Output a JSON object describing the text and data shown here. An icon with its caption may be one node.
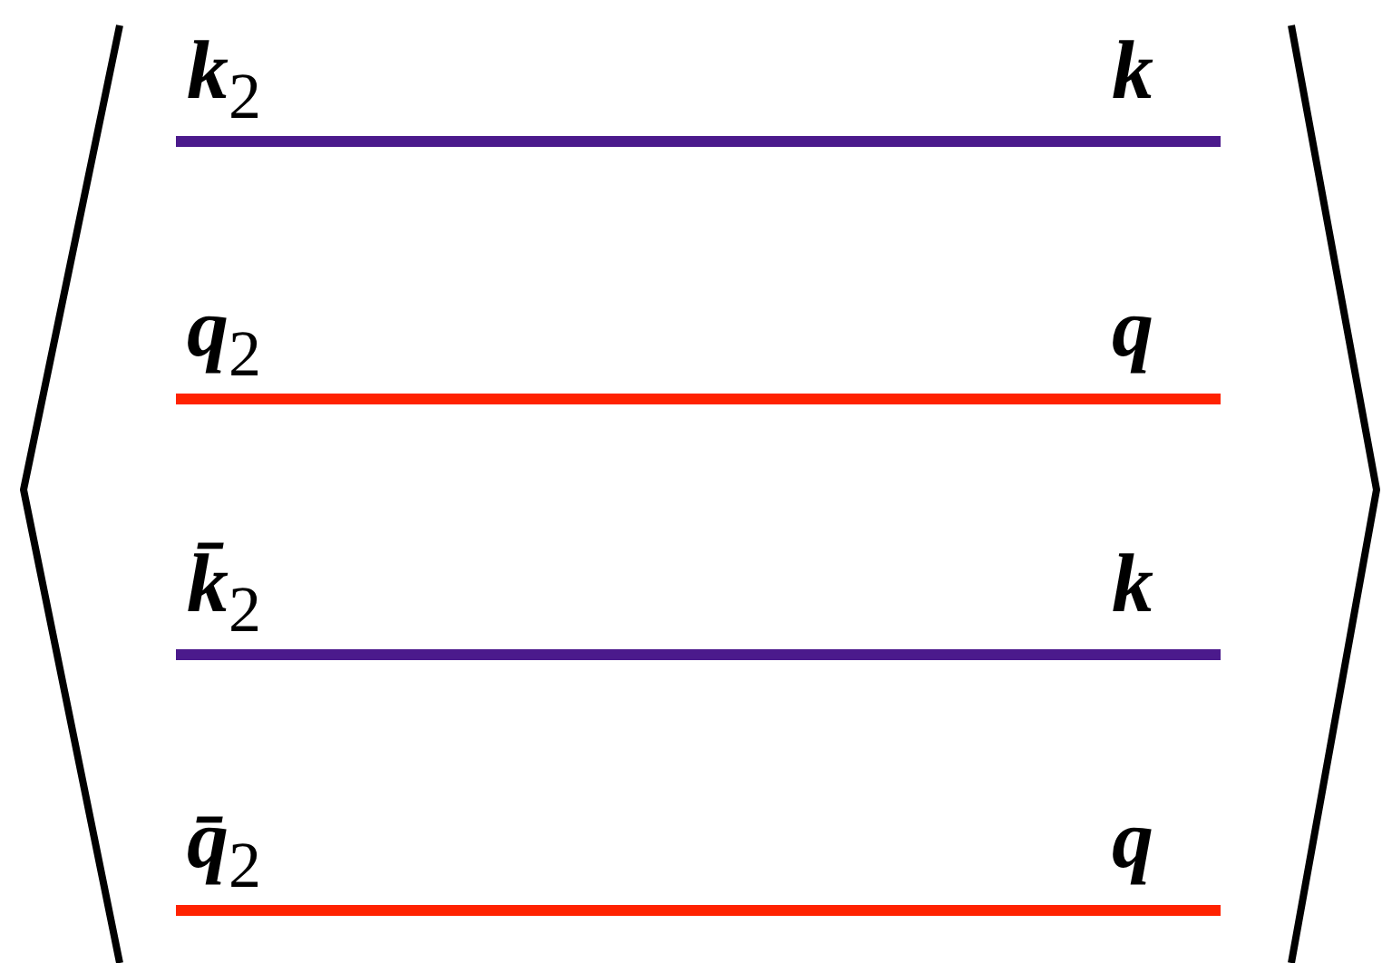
{
  "diagram": {
    "labels": [
      "**k**$_{2}$",
      "**k**",
      "**q**$_{2}$",
      "**q**",
      "**k̄**$_{2}$",
      "**k**",
      "**q̄**$_{2}$",
      "**q**"
    ]
  }
}
